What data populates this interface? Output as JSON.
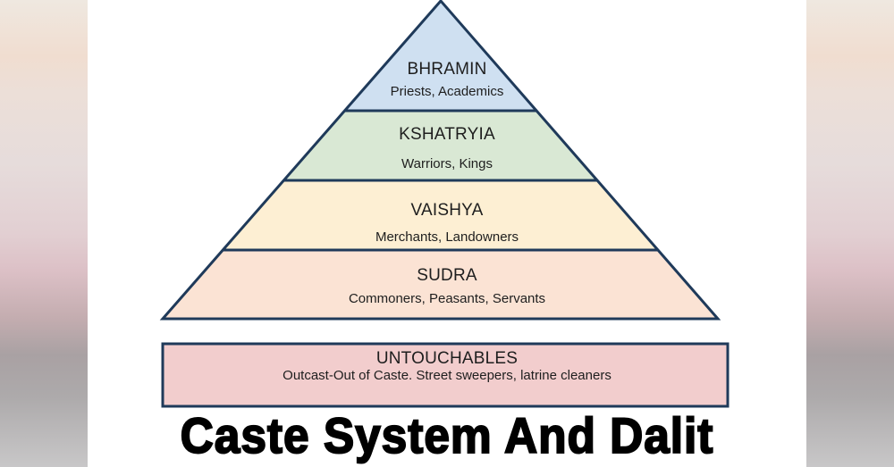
{
  "diagram": {
    "type": "pyramid",
    "tiers": [
      {
        "title": "BHRAMIN",
        "subtitle": "Priests, Academics",
        "color": "#cfe0f1"
      },
      {
        "title": "KSHATRYIA",
        "subtitle": "Warriors, Kings",
        "color": "#d9e8d4"
      },
      {
        "title": "VAISHYA",
        "subtitle": "Merchants, Landowners",
        "color": "#fdefd3"
      },
      {
        "title": "SUDRA",
        "subtitle": "Commoners, Peasants, Servants",
        "color": "#fbe3d4"
      }
    ],
    "outside": {
      "title": "UNTOUCHABLES",
      "subtitle": "Outcast-Out of Caste. Street sweepers, latrine cleaners",
      "color": "#f2cdcd"
    },
    "outline_color": "#1f3a5a"
  },
  "title": "Caste System And Dalit"
}
